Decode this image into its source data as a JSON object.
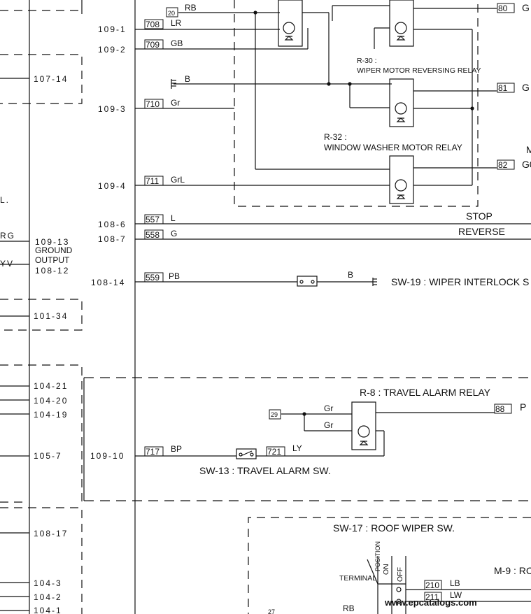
{
  "refs": {
    "r109_1": "109-1",
    "r109_2": "109-2",
    "r109_3": "109-3",
    "r109_4": "109-4",
    "r108_6": "108-6",
    "r108_7": "108-7",
    "r108_14": "108-14",
    "r109_10": "109-10",
    "r107_14": "107-14",
    "r109_13": "109-13",
    "ground": "GROUND",
    "output": "OUTPUT",
    "r108_12": "108-12",
    "r101_34": "101-34",
    "r104_21": "104-21",
    "r104_20": "104-20",
    "r104_19": "104-19",
    "r105_7": "105-7",
    "r108_17": "108-17",
    "r104_3": "104-3",
    "r104_2": "104-2",
    "r104_1": "104-1",
    "left_rg": "RG",
    "left_yv": "YV",
    "left_l": "L."
  },
  "wires": {
    "w20": "20",
    "w20_color": "RB",
    "w708": "708",
    "w708_color": "LR",
    "w709": "709",
    "w709_color": "GB",
    "wB_ground": "B",
    "w710": "710",
    "w710_color": "Gr",
    "w711": "711",
    "w711_color": "GrL",
    "w557": "557",
    "w557_color": "L",
    "w558": "558",
    "w558_color": "G",
    "w559": "559",
    "w559_color": "PB",
    "w559_b": "B",
    "w80": "80",
    "w80_color": "G",
    "w81": "81",
    "w81_color": "G",
    "w82": "82",
    "w82_color": "G0",
    "w29": "29",
    "w29_gr1": "Gr",
    "w29_gr2": "Gr",
    "w88": "88",
    "w88_color": "P",
    "w717": "717",
    "w717_color": "BP",
    "w721": "721",
    "w721_color": "LY",
    "w210": "210",
    "w210_color": "LB",
    "w211": "211",
    "w211_color": "LW",
    "w_rb": "RB",
    "w27": "27"
  },
  "labels": {
    "r30_id": "R-30 :",
    "r30_name": "WIPER MOTOR REVERSING RELAY",
    "r32_id": "R-32 :",
    "r32_name": "WINDOW WASHER MOTOR RELAY",
    "stop": "STOP",
    "reverse": "REVERSE",
    "sw19": "SW-19 : WIPER INTERLOCK S",
    "r8": "R-8 : TRAVEL ALARM RELAY",
    "sw13": "SW-13 : TRAVEL ALARM SW.",
    "sw17": "SW-17 : ROOF WIPER SW.",
    "m9": "M-9 : RC",
    "m_partial": "M",
    "position": "POSITION",
    "terminal": "TERMINAL",
    "on": "ON",
    "off": "OFF",
    "watermark": "www.epcatalogs.com"
  }
}
